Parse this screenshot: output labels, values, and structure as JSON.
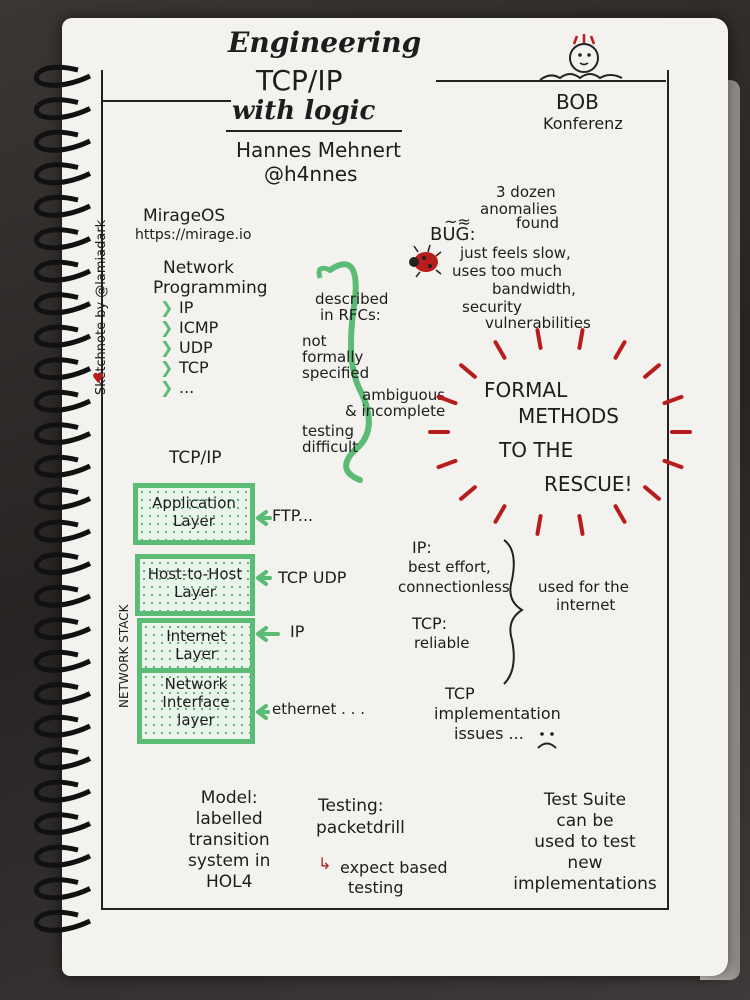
{
  "header": {
    "title_line1": "Engineering",
    "title_line2": "TCP/IP",
    "title_line3": "with logic",
    "speaker": "Hannes Mehnert",
    "handle": "@h4nnes",
    "conference_line1": "BOB",
    "conference_line2": "Konferenz",
    "credit": "Sketchnote by @lamiadark"
  },
  "mirage": {
    "name": "MirageOS",
    "url": "https://mirage.io",
    "np_line1": "Network",
    "np_line2": "Programming",
    "items": [
      "IP",
      "ICMP",
      "UDP",
      "TCP",
      "..."
    ]
  },
  "rfc": {
    "l1": "described",
    "l2": "in RFCs:",
    "nf1": "not",
    "nf2": "formally",
    "nf3": "specified",
    "am1": "ambiguous",
    "am2": "& incomplete",
    "td1": "testing",
    "td2": "difficult"
  },
  "bug": {
    "label": "BUG:",
    "dozen1": "3 dozen",
    "dozen2": "anomalies",
    "dozen3": "found",
    "l1": "just feels slow,",
    "l2": "uses too much",
    "l3": "bandwidth,",
    "l4": "security",
    "l5": "vulnerabilities"
  },
  "formal": {
    "l1": "FORMAL",
    "l2": "METHODS",
    "l3": "TO THE",
    "l4": "RESCUE!"
  },
  "stack": {
    "title": "TCP/IP",
    "side_label": "NETWORK STACK",
    "layers": [
      {
        "l1": "Application",
        "l2": "Layer",
        "proto": "FTP..."
      },
      {
        "l1": "Host-to-Host",
        "l2": "Layer",
        "proto": "TCP    UDP"
      },
      {
        "l1": "Internet",
        "l2": "Layer",
        "proto": "IP"
      },
      {
        "l1": "Network",
        "l2": "Interface",
        "l3": "layer",
        "proto": "ethernet  . . ."
      }
    ]
  },
  "ip_tcp": {
    "ip1": "IP:",
    "ip2": "best effort,",
    "ip3": "connectionless",
    "tcp1": "TCP:",
    "tcp2": "reliable",
    "used1": "used for the",
    "used2": "internet"
  },
  "issues": {
    "l1": "TCP",
    "l2": "implementation",
    "l3": "issues ..."
  },
  "bottom": {
    "model": [
      "Model:",
      "labelled",
      "transition",
      "system in",
      "HOL4"
    ],
    "testing": [
      "Testing:",
      "packetdrill"
    ],
    "expect": [
      "expect based",
      "testing"
    ],
    "suite": [
      "Test Suite",
      "can be",
      "used to test",
      "new",
      "implementations"
    ]
  },
  "colors": {
    "green": "#5cbb74",
    "red": "#b81d1d",
    "ink": "#1d1d1d",
    "paper": "#f4f2ee"
  }
}
